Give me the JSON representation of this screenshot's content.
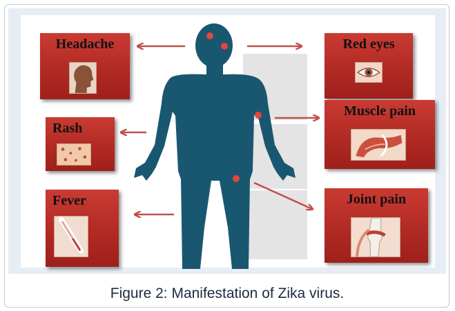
{
  "figure": {
    "caption": "Figure 2: Manifestation of Zika virus.",
    "colors": {
      "body": "#195770",
      "card": "#b52c26",
      "arrow": "#c0504d",
      "dot": "#e0473b",
      "panel": "#e6edf4",
      "caption_text": "#1a2a3f"
    }
  },
  "symptoms": {
    "headache": {
      "label": "Headache",
      "icon": "head-profile-icon"
    },
    "red_eyes": {
      "label": "Red eyes",
      "icon": "eye-icon"
    },
    "rash": {
      "label": "Rash",
      "icon": "skin-rash-icon"
    },
    "muscle_pain": {
      "label": "Muscle pain",
      "icon": "muscle-icon"
    },
    "fever": {
      "label": "Fever",
      "icon": "thermometer-icon"
    },
    "joint_pain": {
      "label": "Joint pain",
      "icon": "knee-joint-icon"
    }
  }
}
